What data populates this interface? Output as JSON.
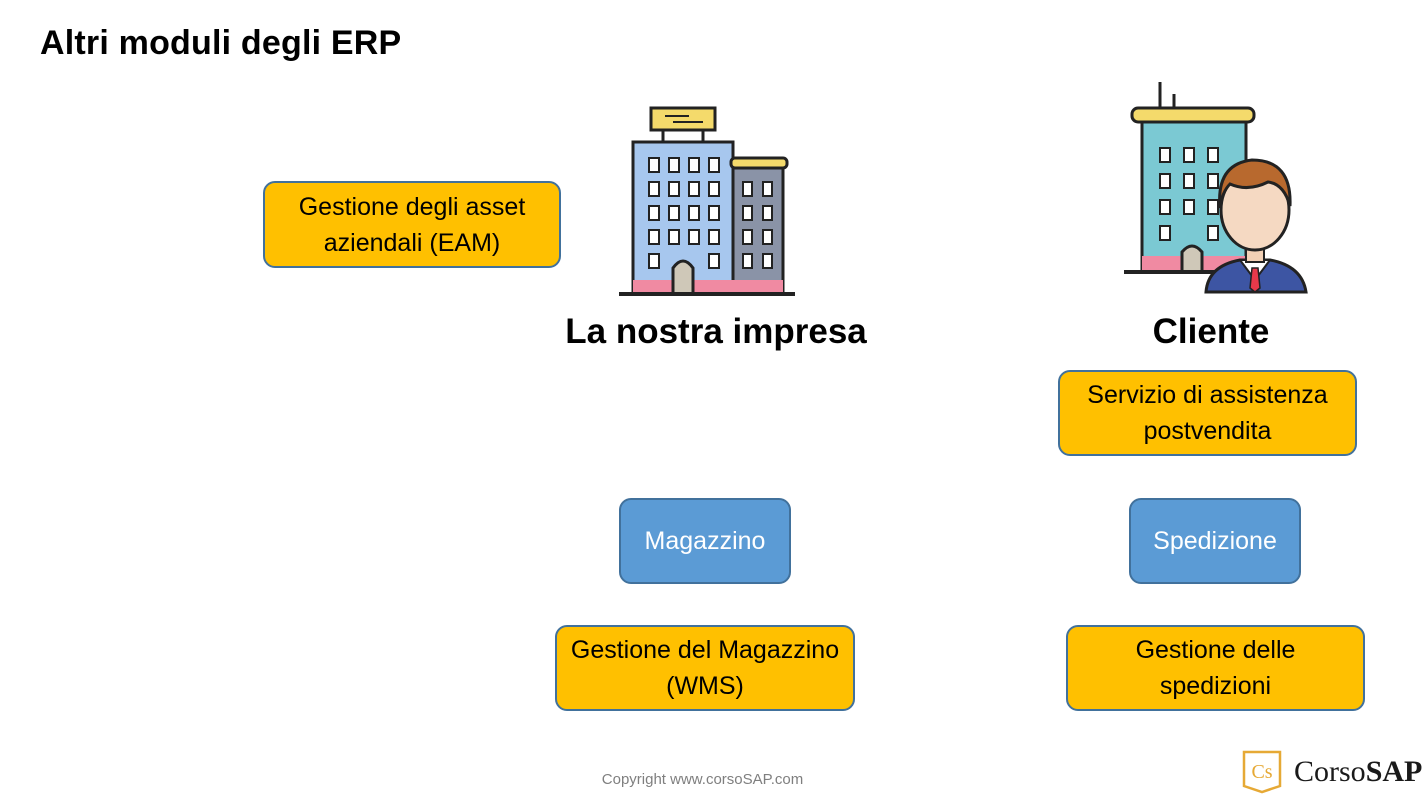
{
  "slide": {
    "title": "Altri moduli degli ERP"
  },
  "left_column": {
    "heading": "La nostra impresa",
    "icon": "office-building-icon",
    "boxes": {
      "eam": "Gestione degli asset aziendali (EAM)",
      "magazzino": "Magazzino",
      "wms": "Gestione del Magazzino (WMS)"
    }
  },
  "right_column": {
    "heading": "Cliente",
    "icon": "customer-building-icon",
    "boxes": {
      "assistenza": "Servizio di assistenza postvendita",
      "spedizione": "Spedizione",
      "gestione_spedizioni": "Gestione delle spedizioni"
    }
  },
  "footer": {
    "copyright": "Copyright www.corsoSAP.com",
    "logo_mark": "Cs",
    "logo_text_regular": "Corso",
    "logo_text_bold": "SAP"
  },
  "colors": {
    "yellow_box": "#FFC000",
    "blue_box": "#5B9BD5",
    "box_border": "#41719C"
  }
}
